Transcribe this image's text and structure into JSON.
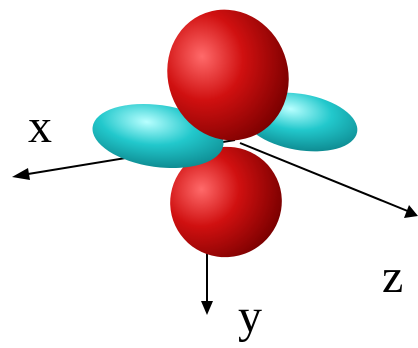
{
  "axes": {
    "x_label": "x",
    "y_label": "y",
    "z_label": "z"
  },
  "colors": {
    "lobe_red": "#d01010",
    "lobe_red_dark": "#7a0000",
    "lobe_red_light": "#ff6a6a",
    "lobe_cyan": "#22c8cc",
    "lobe_cyan_dark": "#0a7f86",
    "lobe_cyan_light": "#b8ffff",
    "axis": "#000000",
    "background": "#ffffff"
  }
}
